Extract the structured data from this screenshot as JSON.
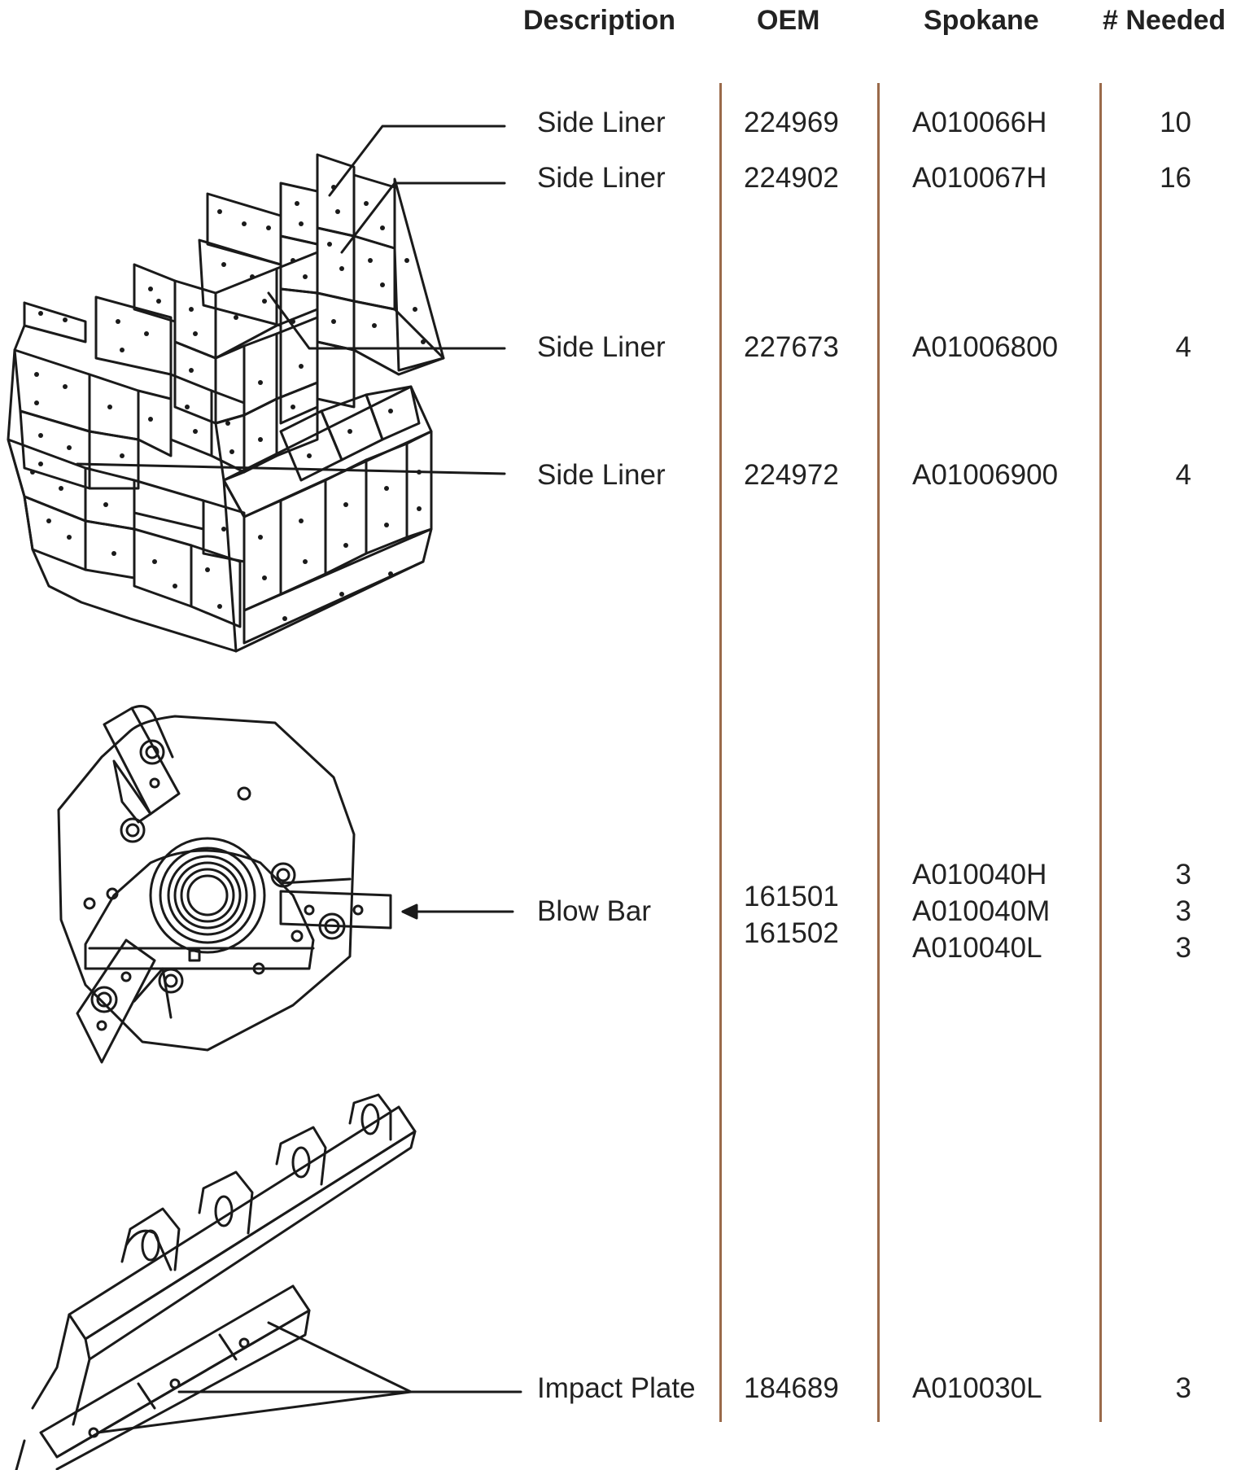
{
  "headers": {
    "description": "Description",
    "oem": "OEM",
    "spokane": "Spokane",
    "needed": "# Needed"
  },
  "rows": [
    {
      "description": "Side Liner",
      "oem": [
        "224969"
      ],
      "spokane": [
        "A010066H"
      ],
      "needed": [
        "10"
      ]
    },
    {
      "description": "Side Liner",
      "oem": [
        "224902"
      ],
      "spokane": [
        "A010067H"
      ],
      "needed": [
        "16"
      ]
    },
    {
      "description": "Side Liner",
      "oem": [
        "227673"
      ],
      "spokane": [
        "A01006800"
      ],
      "needed": [
        "4"
      ]
    },
    {
      "description": "Side Liner",
      "oem": [
        "224972"
      ],
      "spokane": [
        "A01006900"
      ],
      "needed": [
        "4"
      ]
    },
    {
      "description": "Blow Bar",
      "oem": [
        "161501",
        "161502"
      ],
      "spokane": [
        "A010040H",
        "A010040M",
        "A010040L"
      ],
      "needed": [
        "3",
        "3",
        "3"
      ]
    },
    {
      "description": "Impact Plate",
      "oem": [
        "184689"
      ],
      "spokane": [
        "A010030L"
      ],
      "needed": [
        "3"
      ]
    }
  ],
  "colors": {
    "divider": "#9a6a4a",
    "text": "#222222"
  },
  "illustrations": [
    "side-liner-assembly-drawing",
    "rotor-blow-bar-drawing",
    "impact-plate-apron-drawing"
  ]
}
